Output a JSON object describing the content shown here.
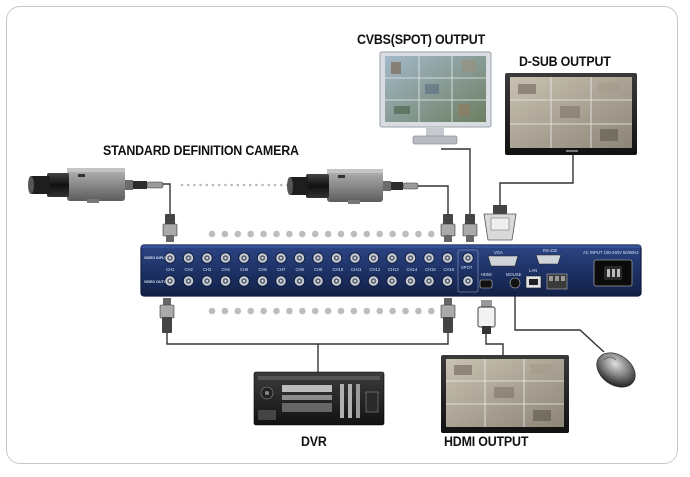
{
  "labels": {
    "cvbs": "CVBS(SPOT) OUTPUT",
    "dsub": "D-SUB OUTPUT",
    "camera": "STANDARD DEFINITION CAMERA",
    "dvr": "DVR",
    "hdmi": "HDMI OUTPUT"
  },
  "panel": {
    "channels": [
      "CH1",
      "CH2",
      "CH3",
      "CH4",
      "CH5",
      "CH6",
      "CH7",
      "CH8",
      "CH9",
      "CH10",
      "CH11",
      "CH12",
      "CH13",
      "CH14",
      "CH15",
      "CH16"
    ],
    "video_input": "VIDEO INPUT",
    "video_output": "VIDEO OUTPUT",
    "spot": "SPOT",
    "vga": "VGA",
    "hdmi": "HDMI",
    "rs232": "RS-232",
    "lan": "LAN",
    "mouse": "MOUSE",
    "power": "AC INPUT 100-240V 50/60Hz"
  },
  "colors": {
    "panel": "#1e3266",
    "panel_edge": "#0f1c3d",
    "cable": "#333333",
    "dots": "#b9b9b9",
    "camera_body": "#8c8c8c"
  }
}
